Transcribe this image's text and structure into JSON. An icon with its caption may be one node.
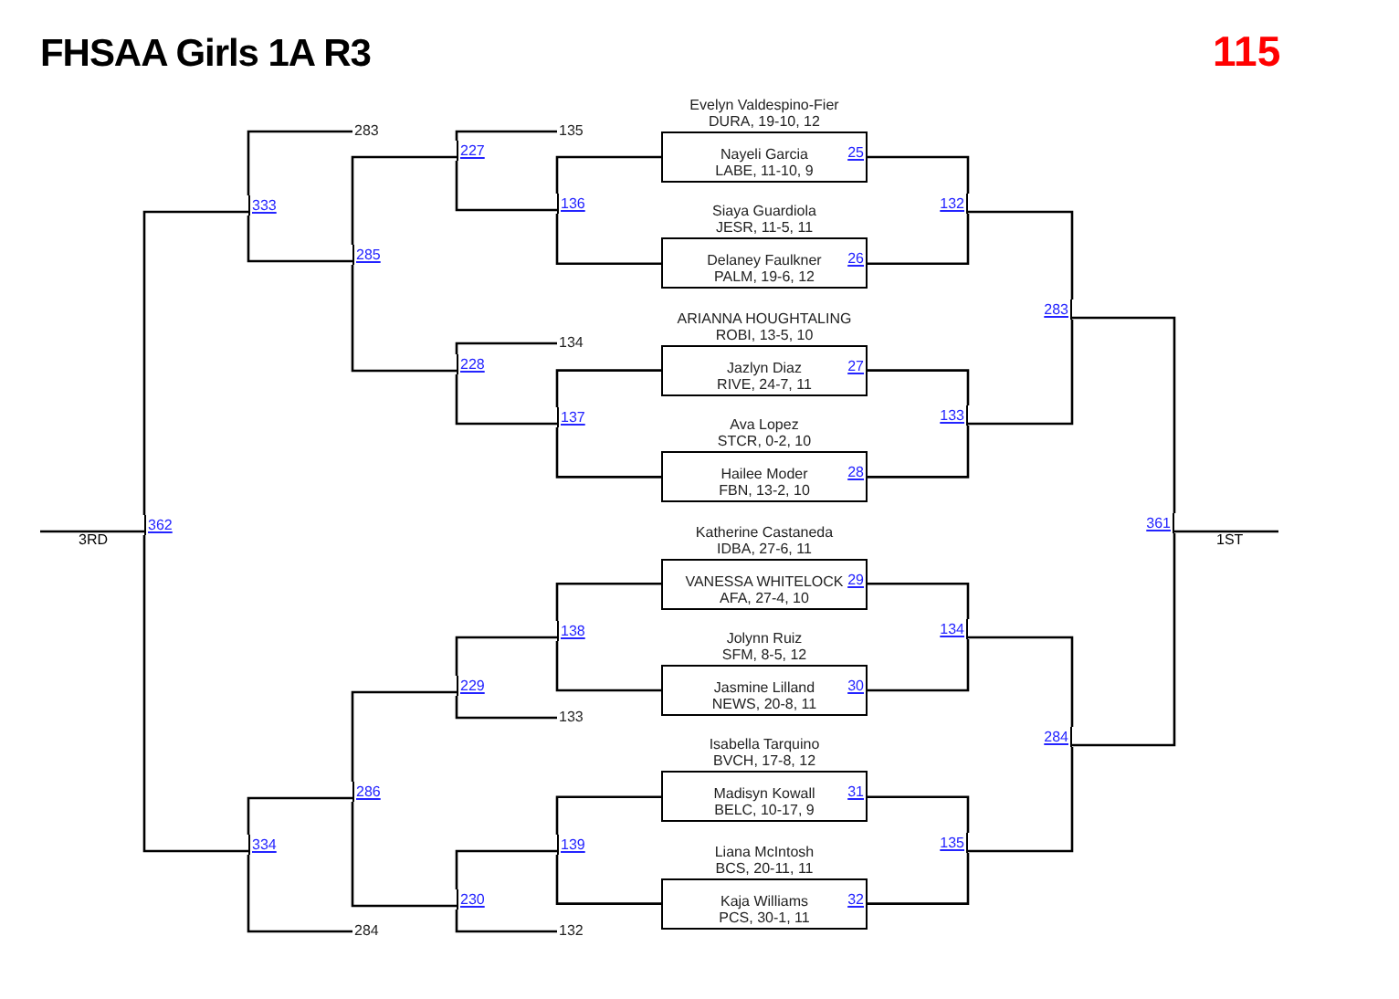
{
  "diagram": {
    "title": "FHSAA Girls 1A R3",
    "nodes": [
      {
        "text": [
          "Evelyn Valdespino-Fier",
          "DURA, 19-10, 12",
          "Nayeli Garcia",
          "LABE, 11-10, 9",
          "25"
        ]
      },
      {
        "text": [
          "Siaya Guardiola",
          "JESR, 11-5, 11",
          "Delaney Faulkner",
          "PALM, 19-6, 12",
          "26"
        ]
      },
      {
        "text": [
          "ARIANNA HOUGHTALING",
          "ROBI, 13-5, 10",
          "Jazlyn Diaz",
          "RIVE, 24-7, 11",
          "27"
        ]
      },
      {
        "text": [
          "Ava Lopez",
          "STCR, 0-2, 10",
          "Hailee Moder",
          "FBN, 13-2, 10",
          "28"
        ]
      },
      {
        "text": [
          "Katherine Castaneda",
          "IDBA, 27-6, 11",
          "VANESSA WHITELOCK",
          "AFA, 27-4, 10",
          "29"
        ]
      },
      {
        "text": [
          "Jolynn Ruiz",
          "SFM, 8-5, 12",
          "Jasmine Lilland",
          "NEWS, 20-8, 11",
          "30"
        ]
      },
      {
        "text": [
          "Isabella Tarquino",
          "BVCH, 17-8, 12",
          "Madisyn Kowall",
          "BELC, 10-17, 9",
          "31"
        ]
      },
      {
        "text": [
          "Liana McIntosh",
          "BCS, 20-11, 11",
          "Kaja Williams",
          "PCS, 30-1, 11",
          "32"
        ]
      },
      {
        "text": [
          "132"
        ]
      },
      {
        "text": [
          "133"
        ]
      },
      {
        "text": [
          "134"
        ]
      },
      {
        "text": [
          "135"
        ]
      },
      {
        "text": [
          "283"
        ]
      },
      {
        "text": [
          "284"
        ]
      },
      {
        "text": [
          "361"
        ]
      },
      {
        "text": [
          "136"
        ]
      },
      {
        "text": [
          "137"
        ]
      },
      {
        "text": [
          "138"
        ]
      },
      {
        "text": [
          "139"
        ]
      },
      {
        "text": [
          "135"
        ]
      },
      {
        "text": [
          "134"
        ]
      },
      {
        "text": [
          "133"
        ]
      },
      {
        "text": [
          "132"
        ]
      },
      {
        "text": [
          "227"
        ]
      },
      {
        "text": [
          "228"
        ]
      },
      {
        "text": [
          "229"
        ]
      },
      {
        "text": [
          "230"
        ]
      },
      {
        "text": [
          "285"
        ]
      },
      {
        "text": [
          "286"
        ]
      },
      {
        "text": [
          "283"
        ]
      },
      {
        "text": [
          "284"
        ]
      },
      {
        "text": [
          "333"
        ]
      },
      {
        "text": [
          "334"
        ]
      },
      {
        "text": [
          "362"
        ]
      }
    ],
    "edges": [
      {
        "from": 0,
        "to": 8,
        "arrow": "none"
      },
      {
        "from": 1,
        "to": 8,
        "arrow": "none"
      },
      {
        "from": 2,
        "to": 9,
        "arrow": "none"
      },
      {
        "from": 3,
        "to": 9,
        "arrow": "none"
      },
      {
        "from": 4,
        "to": 10,
        "arrow": "none"
      },
      {
        "from": 5,
        "to": 10,
        "arrow": "none"
      },
      {
        "from": 6,
        "to": 11,
        "arrow": "none"
      },
      {
        "from": 7,
        "to": 11,
        "arrow": "none"
      },
      {
        "from": 8,
        "to": 12,
        "arrow": "none"
      },
      {
        "from": 9,
        "to": 12,
        "arrow": "none"
      },
      {
        "from": 10,
        "to": 13,
        "arrow": "none"
      },
      {
        "from": 11,
        "to": 13,
        "arrow": "none"
      },
      {
        "from": 12,
        "to": 14,
        "arrow": "none"
      },
      {
        "from": 13,
        "to": 14,
        "arrow": "none"
      },
      {
        "from": 14,
        "to": null,
        "arrow": "none"
      },
      {
        "from": 0,
        "to": 15,
        "arrow": "none"
      },
      {
        "from": 1,
        "to": 15,
        "arrow": "none"
      },
      {
        "from": 2,
        "to": 16,
        "arrow": "none"
      },
      {
        "from": 3,
        "to": 16,
        "arrow": "none"
      },
      {
        "from": 4,
        "to": 17,
        "arrow": "none"
      },
      {
        "from": 5,
        "to": 17,
        "arrow": "none"
      },
      {
        "from": 6,
        "to": 18,
        "arrow": "none"
      },
      {
        "from": 7,
        "to": 18,
        "arrow": "none"
      },
      {
        "from": 19,
        "to": 23,
        "arrow": "none"
      },
      {
        "from": 15,
        "to": 23,
        "arrow": "none"
      },
      {
        "from": 20,
        "to": 24,
        "arrow": "none"
      },
      {
        "from": 16,
        "to": 24,
        "arrow": "none"
      },
      {
        "from": 17,
        "to": 25,
        "arrow": "none"
      },
      {
        "from": 21,
        "to": 25,
        "arrow": "none"
      },
      {
        "from": 18,
        "to": 26,
        "arrow": "none"
      },
      {
        "from": 22,
        "to": 26,
        "arrow": "none"
      },
      {
        "from": 23,
        "to": 27,
        "arrow": "none"
      },
      {
        "from": 24,
        "to": 27,
        "arrow": "none"
      },
      {
        "from": 25,
        "to": 28,
        "arrow": "none"
      },
      {
        "from": 26,
        "to": 28,
        "arrow": "none"
      },
      {
        "from": 29,
        "to": 31,
        "arrow": "none"
      },
      {
        "from": 27,
        "to": 31,
        "arrow": "none"
      },
      {
        "from": 28,
        "to": 32,
        "arrow": "none"
      },
      {
        "from": 30,
        "to": 32,
        "arrow": "none"
      },
      {
        "from": 31,
        "to": 33,
        "arrow": "none"
      },
      {
        "from": 32,
        "to": 33,
        "arrow": "none"
      },
      {
        "from": 33,
        "to": null,
        "arrow": "none"
      }
    ],
    "labels": [
      "115",
      "3RD",
      "1ST"
    ]
  }
}
